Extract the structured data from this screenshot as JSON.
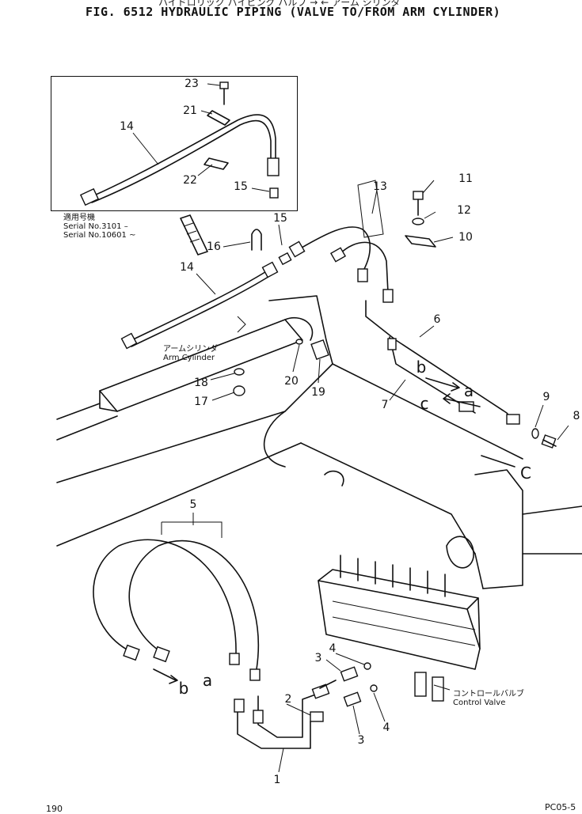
{
  "figure": {
    "title": "FIG. 6512  HYDRAULIC PIPING (VALVE TO/FROM ARM CYLINDER)",
    "japanese_title": "ハイドロリック パイピング バルブ → ← アーム シリンダ"
  },
  "inset": {
    "serial_header": "適用号機",
    "serial_1": "Serial No.3101 –",
    "serial_2": "Serial No.10601 ~"
  },
  "labels": {
    "arm_cylinder_jp": "アームシリンダ",
    "arm_cylinder": "Arm Cylinder",
    "control_valve_jp": "コントロールバルブ",
    "control_valve": "Control Valve"
  },
  "callouts": [
    {
      "id": "c23",
      "text": "23"
    },
    {
      "id": "c21",
      "text": "21"
    },
    {
      "id": "c14a",
      "text": "14"
    },
    {
      "id": "c22",
      "text": "22"
    },
    {
      "id": "c15a",
      "text": "15"
    },
    {
      "id": "c13",
      "text": "13"
    },
    {
      "id": "c11",
      "text": "11"
    },
    {
      "id": "c12",
      "text": "12"
    },
    {
      "id": "c10",
      "text": "10"
    },
    {
      "id": "c15b",
      "text": "15"
    },
    {
      "id": "c16",
      "text": "16"
    },
    {
      "id": "c14b",
      "text": "14"
    },
    {
      "id": "c6",
      "text": "6"
    },
    {
      "id": "c18",
      "text": "18"
    },
    {
      "id": "c20",
      "text": "20"
    },
    {
      "id": "c19",
      "text": "19"
    },
    {
      "id": "c17",
      "text": "17"
    },
    {
      "id": "c7",
      "text": "7"
    },
    {
      "id": "c9",
      "text": "9"
    },
    {
      "id": "c8",
      "text": "8"
    },
    {
      "id": "c5",
      "text": "5"
    },
    {
      "id": "c4a",
      "text": "4"
    },
    {
      "id": "c3a",
      "text": "3"
    },
    {
      "id": "c2",
      "text": "2"
    },
    {
      "id": "c4b",
      "text": "4"
    },
    {
      "id": "c3b",
      "text": "3"
    },
    {
      "id": "c1",
      "text": "1"
    }
  ],
  "flow_letters": [
    {
      "id": "fb1",
      "text": "b"
    },
    {
      "id": "fa1",
      "text": "a"
    },
    {
      "id": "fc1",
      "text": "c"
    },
    {
      "id": "fc2",
      "text": "C"
    },
    {
      "id": "fb2",
      "text": "b"
    },
    {
      "id": "fa2",
      "text": "a"
    }
  ],
  "footer": {
    "page_number": "190",
    "page_code": "PC05-5"
  }
}
